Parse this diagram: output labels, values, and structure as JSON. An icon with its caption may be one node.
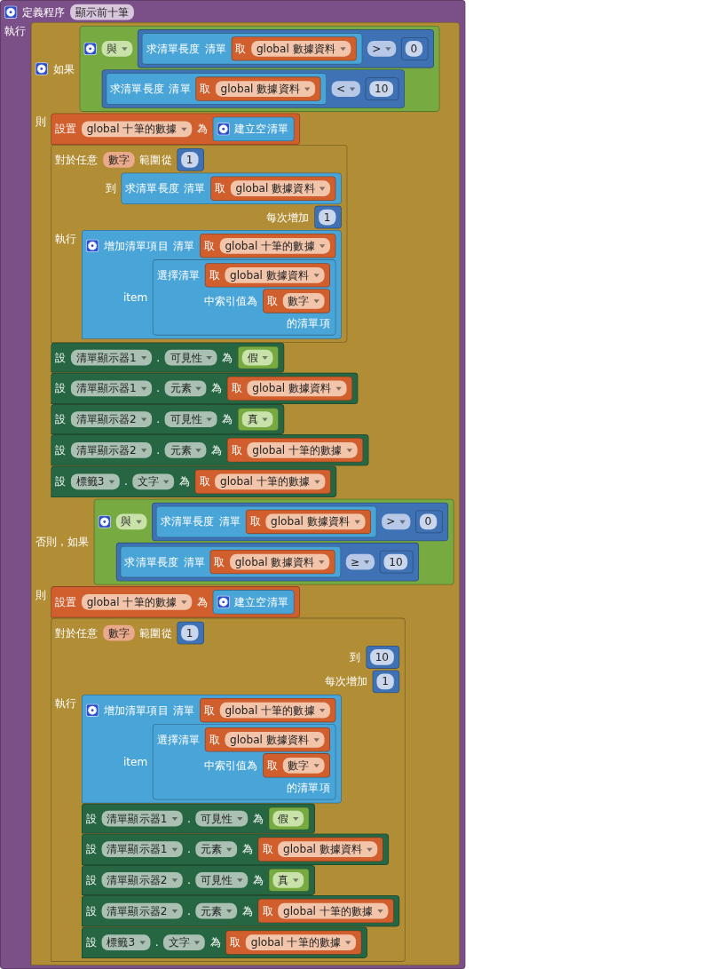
{
  "diagram": {
    "nodes": [
      {
        "text": [
          "定義程序",
          "顯示前十筆",
          "執行"
        ]
      },
      {
        "text": [
          "如果",
          "則",
          "否則，如果",
          "則"
        ],
        "in": 0
      },
      {
        "text": [
          "與"
        ],
        "in": 1
      },
      {
        "text": [
          ">"
        ],
        "in": 2
      },
      {
        "text": [
          "求清單長度",
          "清單"
        ],
        "in": 3
      },
      {
        "text": [
          "取",
          "global 數據資料"
        ],
        "in": 4
      },
      {
        "text": [
          "0"
        ],
        "in": 3
      },
      {
        "text": [
          "<"
        ],
        "in": 2
      },
      {
        "text": [
          "求清單長度",
          "清單"
        ],
        "in": 7
      },
      {
        "text": [
          "取",
          "global 數據資料"
        ],
        "in": 8
      },
      {
        "text": [
          "10"
        ],
        "in": 7
      },
      {
        "text": [
          "設置",
          "global 十筆的數據",
          "為"
        ],
        "in": 1
      },
      {
        "text": [
          "建立空清單"
        ],
        "in": 11
      },
      {
        "text": [
          "對於任意",
          "數字",
          "範圍從",
          "到",
          "每次增加",
          "執行"
        ],
        "in": 1
      },
      {
        "text": [
          "1"
        ],
        "in": 13
      },
      {
        "text": [
          "求清單長度",
          "清單"
        ],
        "in": 13
      },
      {
        "text": [
          "取",
          "global 數據資料"
        ],
        "in": 15
      },
      {
        "text": [
          "1"
        ],
        "in": 13
      },
      {
        "text": [
          "增加清單項目",
          "清單",
          "item"
        ],
        "in": 13
      },
      {
        "text": [
          "取",
          "global 十筆的數據"
        ],
        "in": 18
      },
      {
        "text": [
          "選擇清單",
          "中索引值為",
          "的清單項"
        ],
        "in": 18
      },
      {
        "text": [
          "取",
          "global 數據資料"
        ],
        "in": 20
      },
      {
        "text": [
          "取",
          "數字"
        ],
        "in": 20
      },
      {
        "text": [
          "設",
          "清單顯示器1",
          ".",
          "可見性",
          "為"
        ],
        "in": 1
      },
      {
        "text": [
          "假"
        ],
        "in": 23
      },
      {
        "text": [
          "設",
          "清單顯示器1",
          ".",
          "元素",
          "為"
        ],
        "in": 1
      },
      {
        "text": [
          "取",
          "global 數據資料"
        ],
        "in": 25
      },
      {
        "text": [
          "設",
          "清單顯示器2",
          ".",
          "可見性",
          "為"
        ],
        "in": 1
      },
      {
        "text": [
          "真"
        ],
        "in": 27
      },
      {
        "text": [
          "設",
          "清單顯示器2",
          ".",
          "元素",
          "為"
        ],
        "in": 1
      },
      {
        "text": [
          "取",
          "global 十筆的數據"
        ],
        "in": 29
      },
      {
        "text": [
          "設",
          "標籤3",
          ".",
          "文字",
          "為"
        ],
        "in": 1
      },
      {
        "text": [
          "取",
          "global 十筆的數據"
        ],
        "in": 31
      },
      {
        "text": [
          "與"
        ],
        "in": 1
      },
      {
        "text": [
          ">"
        ],
        "in": 33
      },
      {
        "text": [
          "求清單長度",
          "清單"
        ],
        "in": 34
      },
      {
        "text": [
          "取",
          "global 數據資料"
        ],
        "in": 35
      },
      {
        "text": [
          "0"
        ],
        "in": 34
      },
      {
        "text": [
          "≥"
        ],
        "in": 33
      },
      {
        "text": [
          "求清單長度",
          "清單"
        ],
        "in": 38
      },
      {
        "text": [
          "取",
          "global 數據資料"
        ],
        "in": 39
      },
      {
        "text": [
          "10"
        ],
        "in": 38
      },
      {
        "text": [
          "設置",
          "global 十筆的數據",
          "為"
        ],
        "in": 1
      },
      {
        "text": [
          "建立空清單"
        ],
        "in": 42
      },
      {
        "text": [
          "對於任意",
          "數字",
          "範圍從",
          "到",
          "每次增加",
          "執行"
        ],
        "in": 1
      },
      {
        "text": [
          "1"
        ],
        "in": 44
      },
      {
        "text": [
          "10"
        ],
        "in": 44
      },
      {
        "text": [
          "1"
        ],
        "in": 44
      },
      {
        "text": [
          "增加清單項目",
          "清單",
          "item"
        ],
        "in": 44
      },
      {
        "text": [
          "取",
          "global 十筆的數據"
        ],
        "in": 48
      },
      {
        "text": [
          "選擇清單",
          "中索引值為",
          "的清單項"
        ],
        "in": 48
      },
      {
        "text": [
          "取",
          "global 數據資料"
        ],
        "in": 50
      },
      {
        "text": [
          "取",
          "數字"
        ],
        "in": 50
      },
      {
        "text": [
          "設",
          "清單顯示器1",
          ".",
          "可見性",
          "為"
        ],
        "in": 44
      },
      {
        "text": [
          "假"
        ],
        "in": 53
      },
      {
        "text": [
          "設",
          "清單顯示器1",
          ".",
          "元素",
          "為"
        ],
        "in": 44
      },
      {
        "text": [
          "取",
          "global 數據資料"
        ],
        "in": 55
      },
      {
        "text": [
          "設",
          "清單顯示器2",
          ".",
          "可見性",
          "為"
        ],
        "in": 44
      },
      {
        "text": [
          "真"
        ],
        "in": 57
      },
      {
        "text": [
          "設",
          "清單顯示器2",
          ".",
          "元素",
          "為"
        ],
        "in": 44
      },
      {
        "text": [
          "取",
          "global 十筆的數據"
        ],
        "in": 59
      },
      {
        "text": [
          "設",
          "標籤3",
          ".",
          "文字",
          "為"
        ],
        "in": 44
      },
      {
        "text": [
          "取",
          "global 十筆的數據"
        ],
        "in": 61
      }
    ]
  }
}
